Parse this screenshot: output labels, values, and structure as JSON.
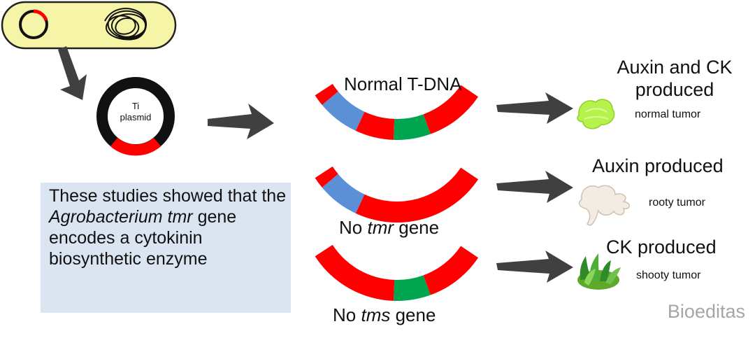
{
  "plasmid": {
    "label": "Ti\nplasmid"
  },
  "constructs": [
    {
      "label_parts": [
        "Normal T-DNA"
      ],
      "italic_index": -1
    },
    {
      "label_parts": [
        "No ",
        "tmr",
        " gene"
      ],
      "italic_index": 1
    },
    {
      "label_parts": [
        "No ",
        "tms",
        " gene"
      ],
      "italic_index": 1
    }
  ],
  "outcomes": [
    {
      "title": "Auxin and CK\nproduced",
      "subtitle": "normal tumor"
    },
    {
      "title": "Auxin produced",
      "subtitle": "rooty tumor"
    },
    {
      "title": "CK produced",
      "subtitle": "shooty tumor"
    }
  ],
  "caption": {
    "parts": [
      "These studies showed that the ",
      "Agrobacterium",
      " ",
      "tmr",
      " gene encodes a cytokinin biosynthetic enzyme"
    ]
  },
  "watermark": "Bioeditas",
  "colors": {
    "tdna_red": "#ff0000",
    "tmr_green": "#00a550",
    "blue_segment": "#5b8fd6",
    "cell_fill": "#f6f4a6",
    "caption_bg": "#dbe5f1",
    "arrow": "#404040"
  }
}
